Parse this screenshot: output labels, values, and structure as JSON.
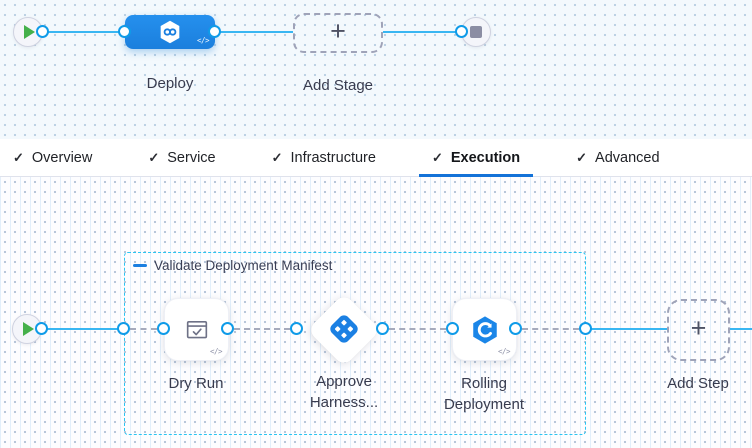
{
  "stage_pipeline": {
    "deploy_stage": {
      "label": "Deploy",
      "code_badge": "</>"
    },
    "add_stage": {
      "label": "Add Stage",
      "plus_glyph": "+"
    }
  },
  "tabs": [
    {
      "check": "✓",
      "label": "Overview"
    },
    {
      "check": "✓",
      "label": "Service"
    },
    {
      "check": "✓",
      "label": "Infrastructure"
    },
    {
      "check": "✓",
      "label": "Execution"
    },
    {
      "check": "✓",
      "label": "Advanced"
    }
  ],
  "execution_graph": {
    "step_group_label": "Validate Deployment Manifest",
    "steps": [
      {
        "label": "Dry Run",
        "code_badge": "</>"
      },
      {
        "label": "Approve Harness..."
      },
      {
        "label": "Rolling Deployment",
        "code_badge": "</>"
      }
    ],
    "add_step": {
      "label": "Add Step",
      "plus_glyph": "+"
    }
  },
  "colors": {
    "wire_blue": "#38b6f2",
    "port_ring": "#0f9be8",
    "node_blue": "#1d87e6",
    "active_tab_underline": "#1372d8",
    "group_border": "#29c5f2",
    "play_green": "#45b04a",
    "icon_blue": "#1b80e3"
  }
}
